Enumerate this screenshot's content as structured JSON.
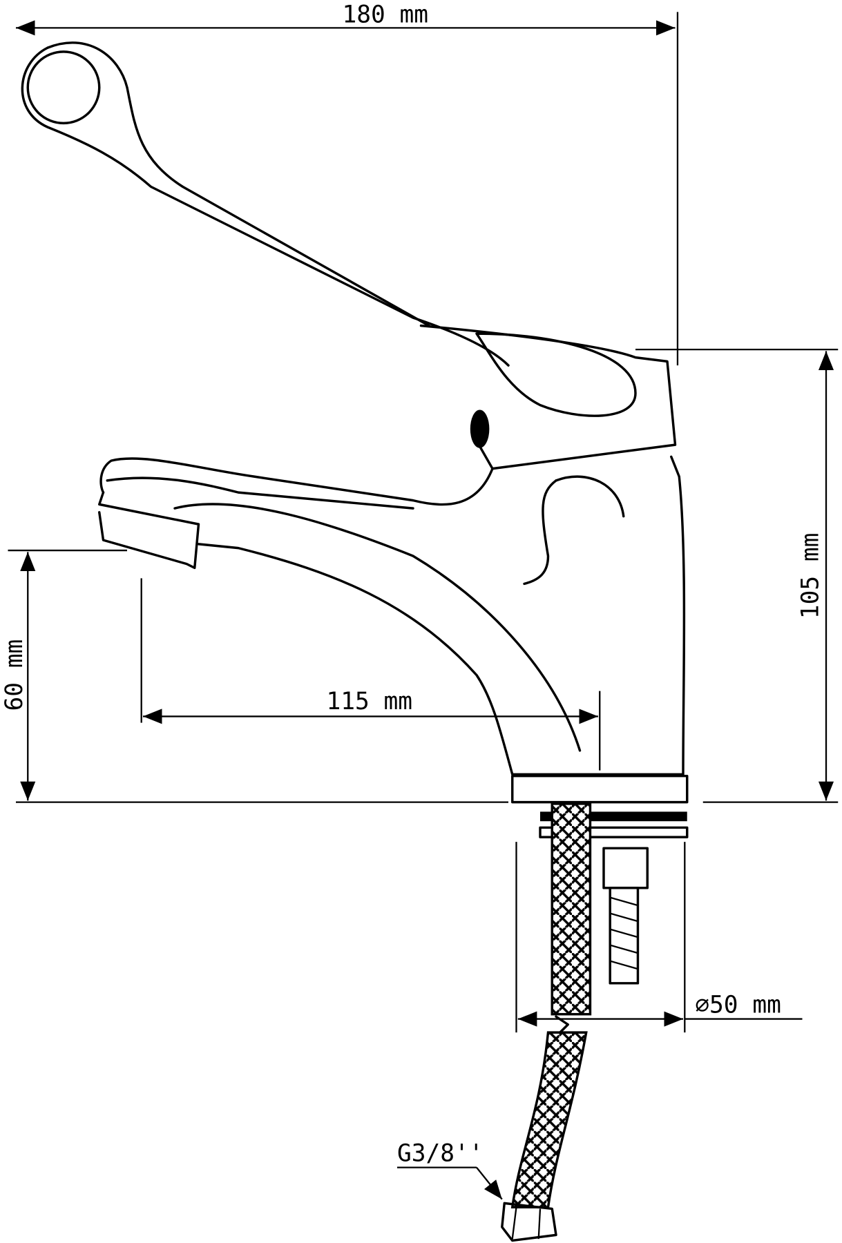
{
  "title": "Single-lever basin mixer with long clinical lever - dimension drawing",
  "dimensions": {
    "overall_length": "180 mm",
    "overall_height": "105 mm",
    "spout_height": "60 mm",
    "spout_reach": "115 mm",
    "base_diameter": "⌀50 mm",
    "connection_thread": "G3/8''"
  },
  "colors": {
    "line": "#000000",
    "background": "#ffffff"
  }
}
